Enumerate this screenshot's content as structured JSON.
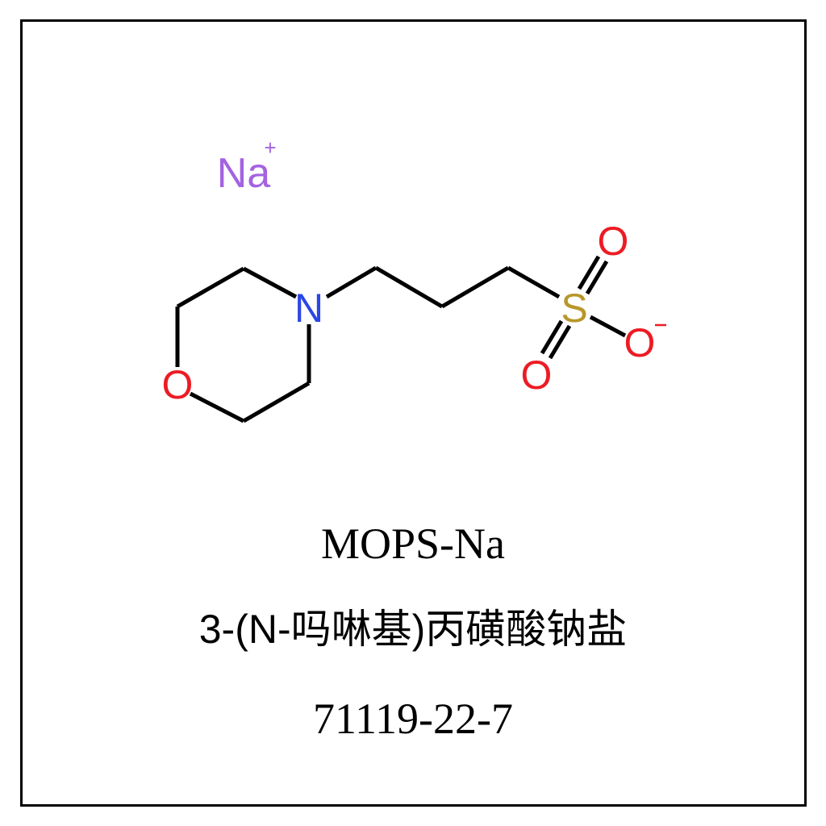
{
  "structure": {
    "counter_ion": {
      "symbol": "Na",
      "charge": "+",
      "color": "#A463E2"
    },
    "atoms": {
      "nitrogen": {
        "symbol": "N",
        "color": "#2B47E6"
      },
      "ring_oxygen": {
        "symbol": "O",
        "color": "#EC1C24"
      },
      "sulfur": {
        "symbol": "S",
        "color": "#B8972A"
      },
      "sulfonyl_oxygen_top": {
        "symbol": "O",
        "color": "#EC1C24"
      },
      "sulfonyl_oxygen_bottom": {
        "symbol": "O",
        "color": "#EC1C24"
      },
      "anionic_oxygen": {
        "symbol": "O",
        "charge": "-",
        "color": "#EC1C24"
      }
    },
    "bond_color": "#000000"
  },
  "labels": {
    "abbreviation": "MOPS-Na",
    "chinese_name": "3-(N-吗啉基)丙磺酸钠盐",
    "cas_number": "71119-22-7"
  }
}
